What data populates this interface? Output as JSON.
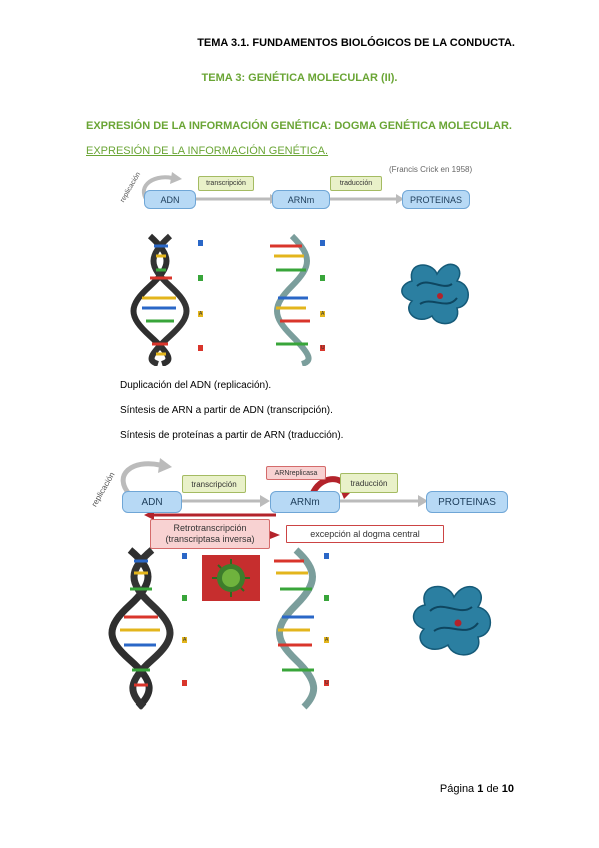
{
  "header": {
    "course_title": "TEMA 3.1. FUNDAMENTOS BIOLÓGICOS DE LA CONDUCTA."
  },
  "topic": {
    "title": "TEMA 3: GENÉTICA MOLECULAR (II)."
  },
  "section": {
    "heading": "EXPRESIÓN DE LA INFORMACIÓN GENÉTICA: DOGMA GENÉTICA MOLECULAR.",
    "subheading": "EXPRESIÓN DE LA INFORMACIÓN GENÉTICA."
  },
  "figure1": {
    "credit": "(Francis Crick en 1958)",
    "replication_label": "replicación",
    "dna": "ADN",
    "transcription": "transcripción",
    "rna": "ARNm",
    "translation": "traducción",
    "proteins": "PROTEINAS",
    "base_labels": [
      "A",
      "U"
    ]
  },
  "bullets": [
    "Duplicación del ADN (replicación).",
    "Síntesis de ARN a partir de ADN (transcripción).",
    "Síntesis de proteínas a partir de ARN (traducción)."
  ],
  "figure2": {
    "replication_label": "replicación",
    "dna": "ADN",
    "transcription": "transcripción",
    "rna_replicase": "ARNreplicasa",
    "rna": "ARNm",
    "translation": "traducción",
    "proteins": "PROTEINAS",
    "reverse_transcription": "Retrotranscripción",
    "reverse_transcriptase": "(transcriptasa inversa)",
    "exception": "excepción al dogma central",
    "base_labels": [
      "A",
      "U"
    ]
  },
  "footer": {
    "page_word": "Página",
    "page_current": "1",
    "page_of": "de",
    "page_total": "10"
  },
  "colors": {
    "accent_green": "#6aa535",
    "dna_blue": "#b7d9f5",
    "protein_teal": "#1f7d99"
  }
}
